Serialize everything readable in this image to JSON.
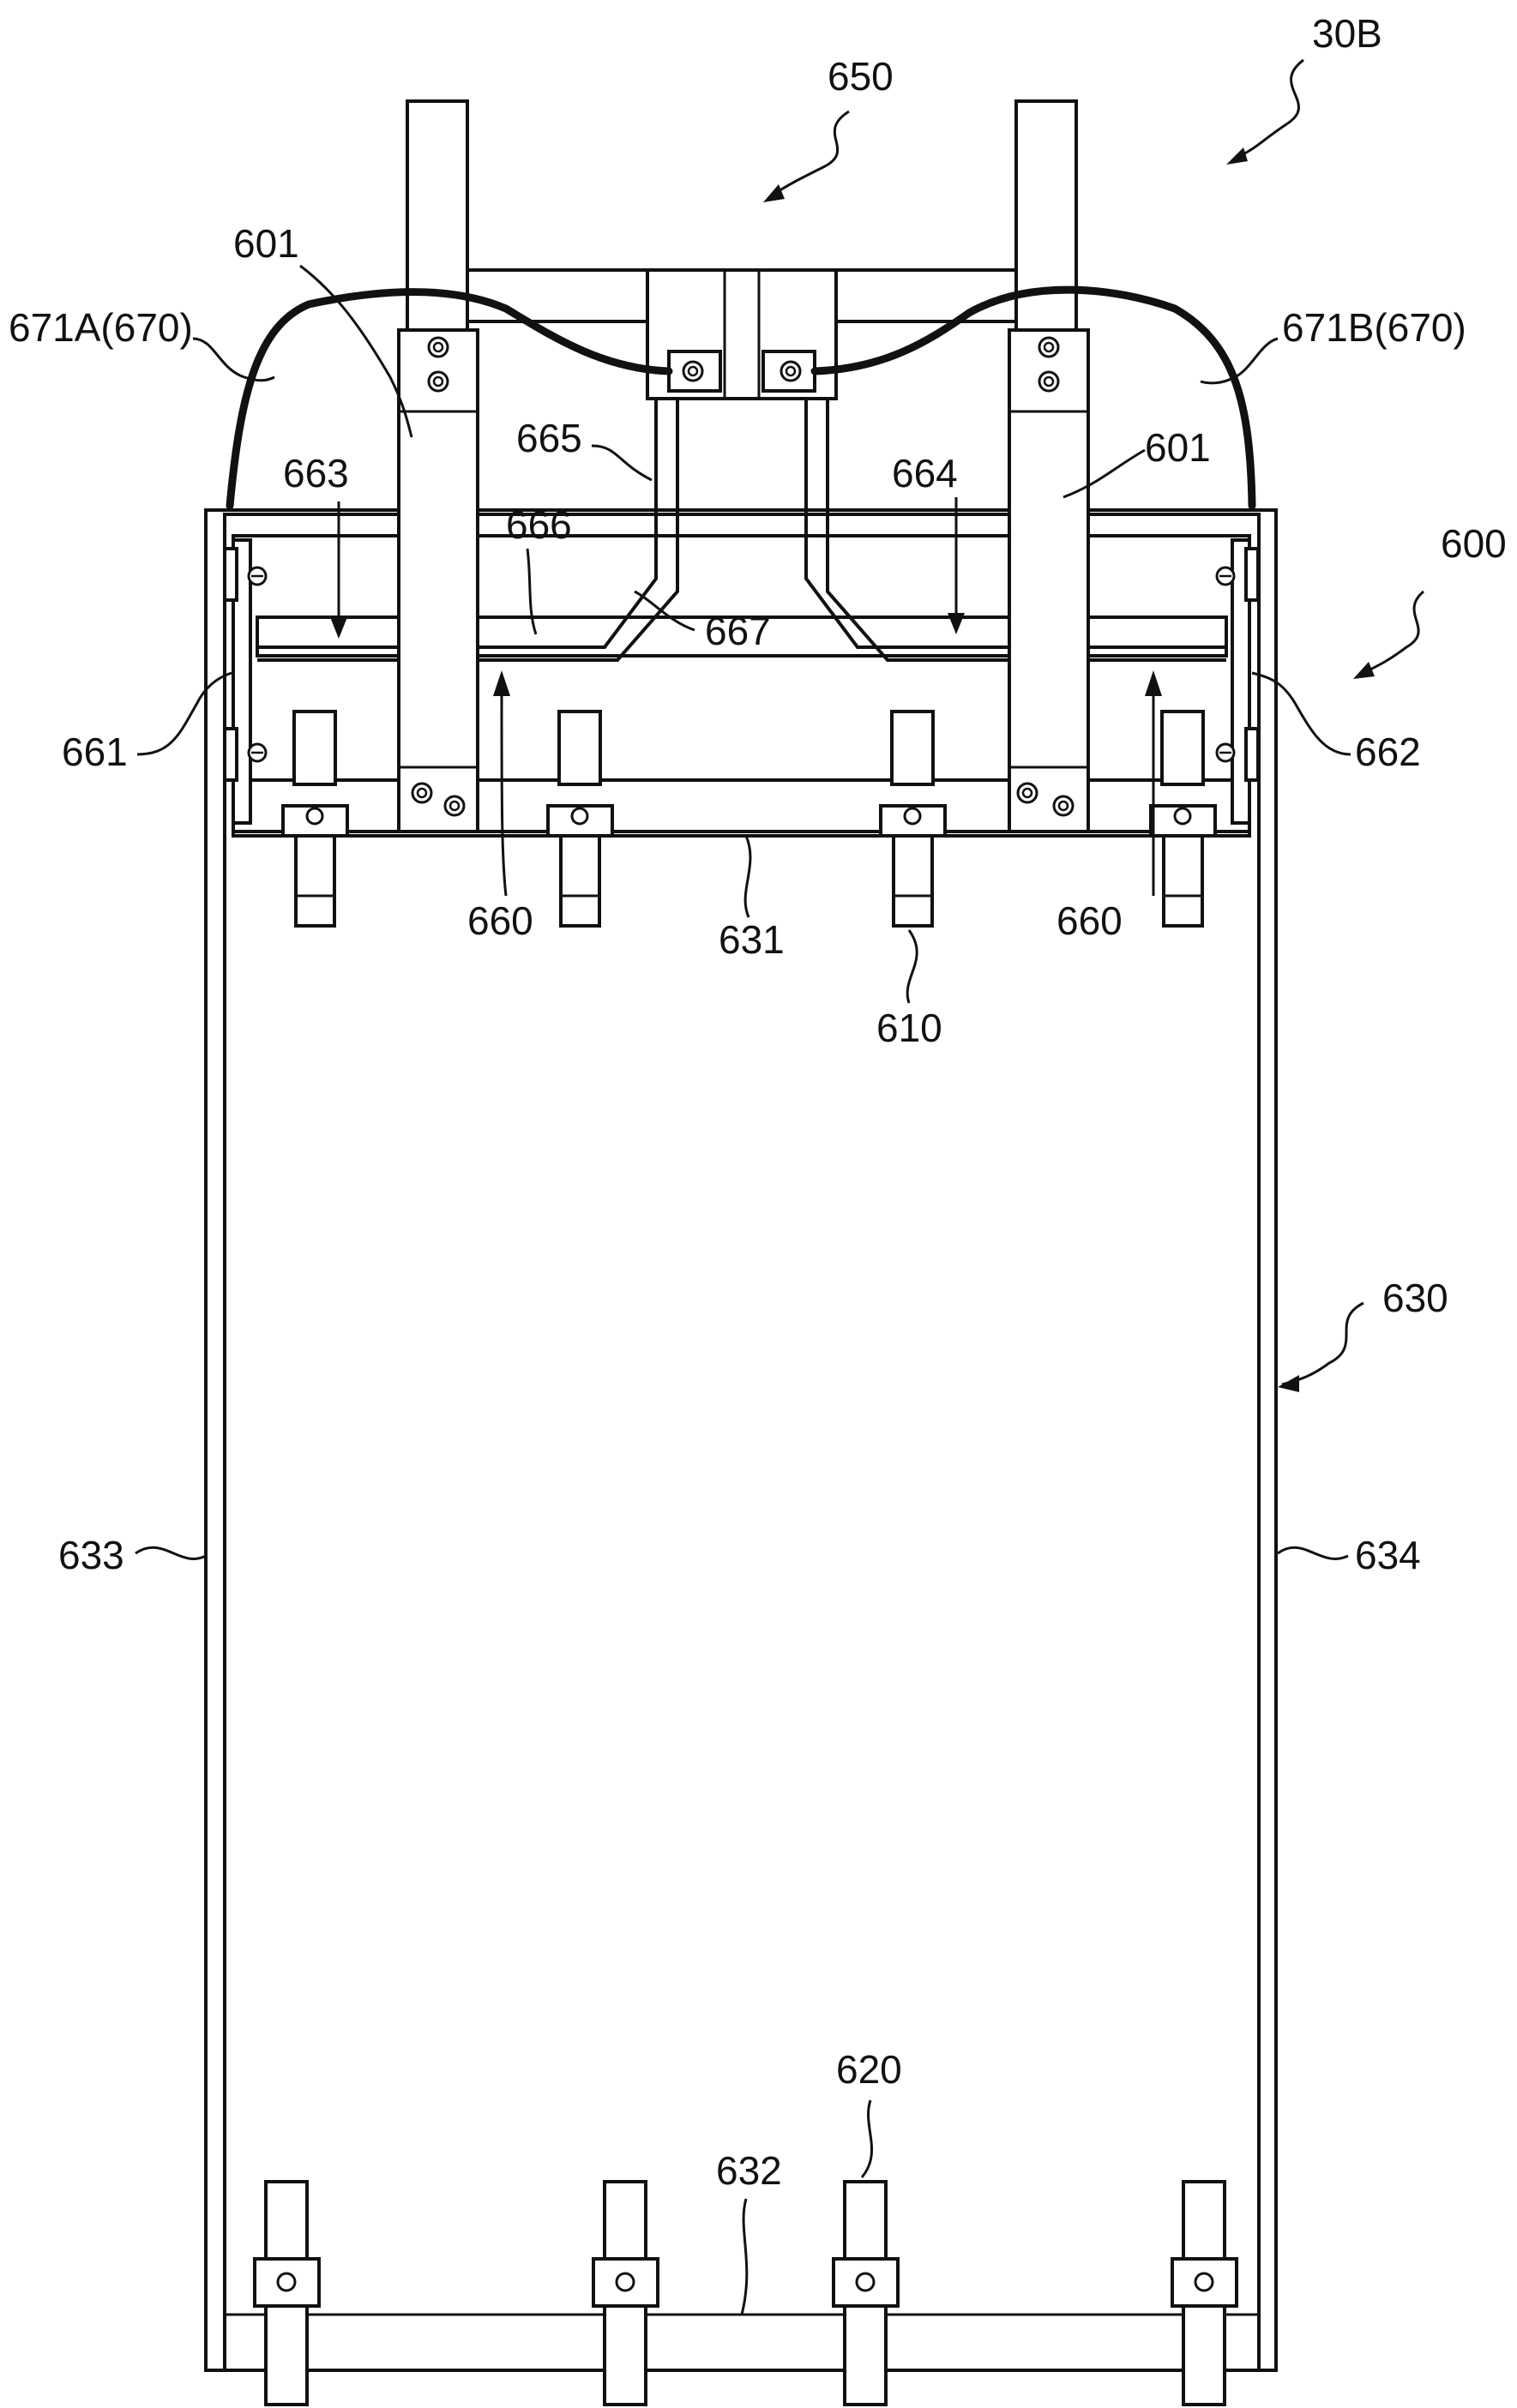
{
  "figure_ref": "30B",
  "labels": {
    "assembly_650": "650",
    "assembly_600": "600",
    "frame_630": "630",
    "plate_601_left": "601",
    "plate_601_right": "601",
    "cable_671A": "671A(670)",
    "cable_671B": "671B(670)",
    "part_663": "663",
    "part_665": "665",
    "part_666": "666",
    "part_667": "667",
    "part_664": "664",
    "part_661": "661",
    "part_662": "662",
    "part_660_left": "660",
    "part_660_right": "660",
    "rail_631": "631",
    "roller_610": "610",
    "side_633": "633",
    "side_634": "634",
    "roller_620": "620",
    "rail_632": "632"
  }
}
